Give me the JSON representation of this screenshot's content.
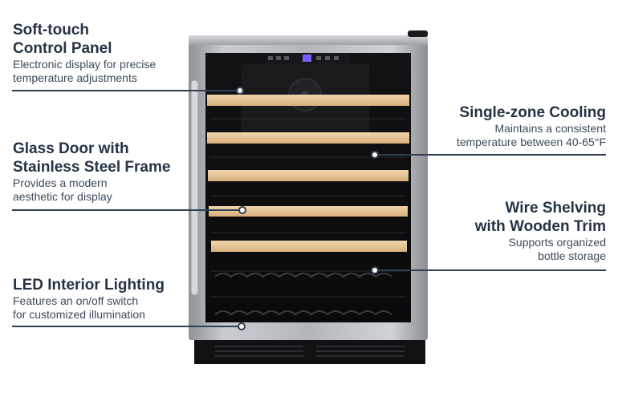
{
  "callouts": {
    "control_panel": {
      "title_line1": "Soft-touch",
      "title_line2": "Control Panel",
      "desc_line1": "Electronic display for precise",
      "desc_line2": "temperature adjustments"
    },
    "glass_door": {
      "title_line1": "Glass Door with",
      "title_line2": "Stainless Steel Frame",
      "desc_line1": "Provides a modern",
      "desc_line2": "aesthetic for display"
    },
    "led_lighting": {
      "title_line1": "LED Interior Lighting",
      "desc_line1": "Features an on/off switch",
      "desc_line2": "for customized illumination"
    },
    "cooling": {
      "title_line1": "Single-zone Cooling",
      "desc_line1": "Maintains a consistent",
      "desc_line2": "temperature between 40-65°F"
    },
    "shelving": {
      "title_line1": "Wire Shelving",
      "title_line2": "with Wooden Trim",
      "desc_line1": "Supports organized",
      "desc_line2": "bottle storage"
    }
  },
  "colors": {
    "text_dark": "#243445",
    "leader_line": "#2d4152",
    "steel_frame": "#a9adb1",
    "wood_trim": "#e8c79a",
    "panel_accent": "#7b5cff"
  }
}
